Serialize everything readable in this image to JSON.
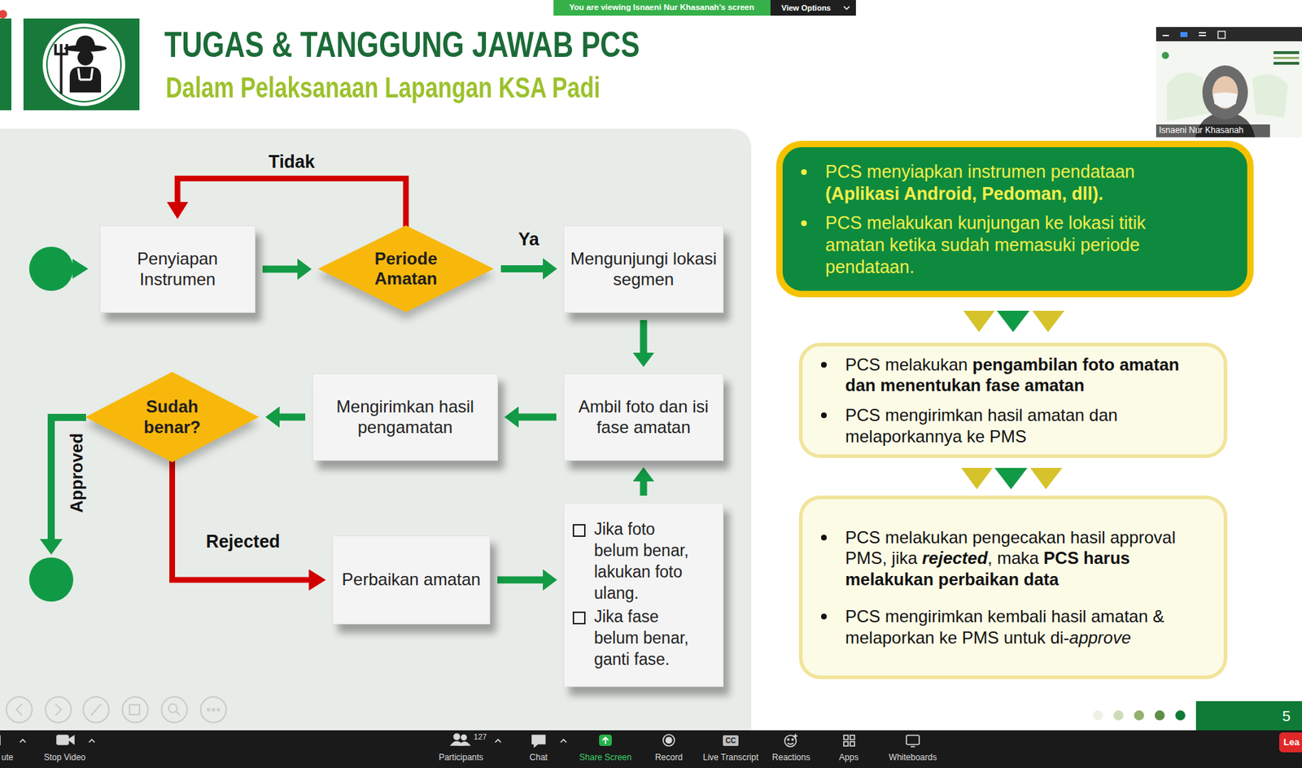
{
  "diagram": {
    "title": "TUGAS & TANGGUNG JAWAB PCS",
    "nodes": [
      {
        "text": [
          "Penyiapan Instrumen"
        ]
      },
      {
        "text": [
          "Periode Amatan"
        ]
      },
      {
        "text": [
          "Mengunjungi lokasi segmen"
        ]
      },
      {
        "text": [
          "Ambil foto dan isi fase amatan"
        ]
      },
      {
        "text": [
          "Mengirimkan hasil pengamatan"
        ]
      },
      {
        "text": [
          "Sudah benar?"
        ]
      },
      {
        "text": [
          "Perbaikan amatan"
        ]
      },
      {
        "text": [
          "Jika foto belum benar, lakukan foto ulang.",
          "Jika fase belum benar, ganti fase."
        ]
      },
      {
        "text": [
          "PCS menyiapkan instrumen pendataan (Aplikasi Android, Pedoman, dll).",
          "PCS melakukan kunjungan ke lokasi titik amatan ketika sudah memasuki periode pendataan."
        ]
      },
      {
        "text": [
          "PCS melakukan pengambilan foto amatan dan menentukan fase amatan",
          "PCS mengirimkan hasil amatan dan melaporkannya ke PMS"
        ]
      },
      {
        "text": [
          "PCS melakukan pengecakan hasil approval PMS, jika rejected, maka PCS harus melakukan perbaikan data",
          "PCS mengirimkan kembali hasil amatan & melaporkan ke PMS untuk di-approve"
        ]
      }
    ],
    "edges": [
      {
        "from": 0,
        "to": 1,
        "arrow": "to"
      },
      {
        "from": 1,
        "to": 0,
        "label": "Tidak",
        "arrow": "to"
      },
      {
        "from": 1,
        "to": 2,
        "label": "Ya",
        "arrow": "to"
      },
      {
        "from": 2,
        "to": 3,
        "arrow": "to"
      },
      {
        "from": 3,
        "to": 4,
        "arrow": "to"
      },
      {
        "from": 4,
        "to": 5,
        "arrow": "to"
      },
      {
        "from": 5,
        "to": 6,
        "label": "Rejected",
        "arrow": "to"
      },
      {
        "from": 6,
        "to": 7,
        "arrow": "to"
      },
      {
        "from": 7,
        "to": 3,
        "arrow": "to"
      }
    ],
    "labels": [
      "Dalam Pelaksanaan Lapangan KSA Padi",
      "Approved",
      "5",
      "You are viewing Isnaeni Nur Khasanah's screen",
      "View Options",
      "Isnaeni Nur Khasanah",
      "ute",
      "Stop Video",
      "127",
      "Participants",
      "Chat",
      "Share Screen",
      "Record",
      "CC",
      "Live Transcript",
      "Reactions",
      "Apps",
      "Whiteboards",
      "Lea"
    ]
  }
}
